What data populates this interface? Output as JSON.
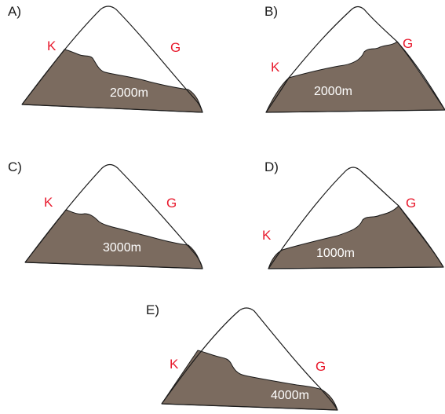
{
  "colors": {
    "shaded": "#7b6b5f",
    "label_red": "#e8192c"
  },
  "panels": [
    {
      "id": "A",
      "label": "A)",
      "left_label": "K",
      "right_label": "G",
      "altitude": "2000m"
    },
    {
      "id": "B",
      "label": "B)",
      "left_label": "K",
      "right_label": "G",
      "altitude": "2000m"
    },
    {
      "id": "C",
      "label": "C)",
      "left_label": "K",
      "right_label": "G",
      "altitude": "3000m"
    },
    {
      "id": "D",
      "label": "D)",
      "left_label": "K",
      "right_label": "G",
      "altitude": "1000m"
    },
    {
      "id": "E",
      "label": "E)",
      "left_label": "K",
      "right_label": "G",
      "altitude": "4000m"
    }
  ]
}
